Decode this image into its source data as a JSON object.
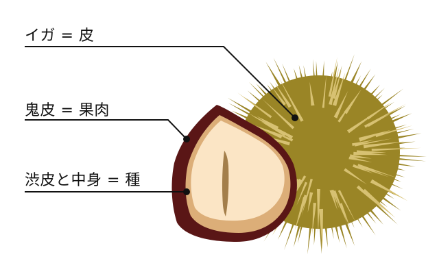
{
  "labels": {
    "husk": "イガ = 皮",
    "shell": "鬼皮 = 果肉",
    "seed": "渋皮と中身 = 種"
  },
  "colors": {
    "burr_body": "#9a8526",
    "spine_dark": "#9a8526",
    "spine_light": "#d7c172",
    "outer_shell": "#5a1616",
    "seed_coat": "#dcae78",
    "nut_flesh": "#fbe5c5",
    "nut_line": "#a37e4a",
    "leader_line": "#111111"
  }
}
